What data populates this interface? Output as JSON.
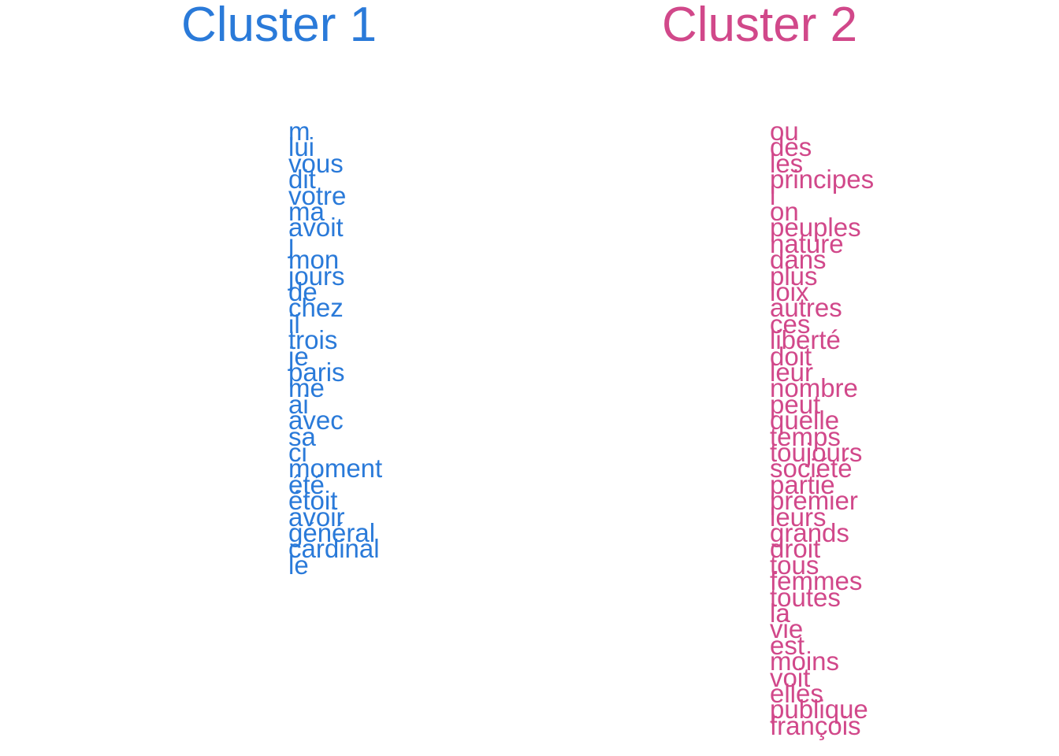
{
  "colors": {
    "cluster1": "#2a7ad9",
    "cluster2": "#d1488a"
  },
  "chart_data": {
    "type": "table",
    "clusters": [
      {
        "title": "Cluster 1",
        "words": [
          "m",
          "lui",
          "vous",
          "dit",
          "votre",
          "ma",
          "avoit",
          "j",
          "mon",
          "jours",
          "de",
          "chez",
          "il",
          "trois",
          "je",
          "paris",
          "me",
          "ai",
          "avec",
          "sa",
          "ci",
          "moment",
          "été",
          "étoit",
          "avoir",
          "général",
          "cardinal",
          "le"
        ]
      },
      {
        "title": "Cluster 2",
        "words": [
          "ou",
          "des",
          "les",
          "principes",
          "l",
          "on",
          "peuples",
          "nature",
          "dans",
          "plus",
          "loix",
          "autres",
          "ces",
          "liberté",
          "doit",
          "leur",
          "nombre",
          "peut",
          "quelle",
          "temps",
          "toujours",
          "société",
          "partie",
          "premier",
          "leurs",
          "grands",
          "droit",
          "tous",
          "femmes",
          "toutes",
          "la",
          "vie",
          "est",
          "moins",
          "voit",
          "elles",
          "publique",
          "françois"
        ]
      }
    ]
  }
}
